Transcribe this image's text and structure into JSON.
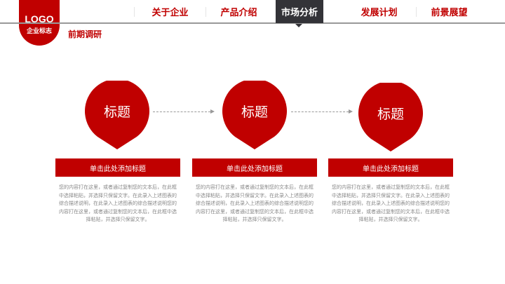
{
  "logo": {
    "line1": "LOGO",
    "line2": "企业标志"
  },
  "nav": [
    {
      "label": "关于企业"
    },
    {
      "label": "产品介绍"
    },
    {
      "label": "市场分析",
      "active": true
    },
    {
      "label": "发展计划"
    },
    {
      "label": "前景展望"
    }
  ],
  "subtitle": "前期调研",
  "colors": {
    "accent": "#c00000",
    "active_tab": "#333338"
  },
  "steps": [
    {
      "pin_label": "标题",
      "bar_label": "单击此处添加标题",
      "text": "您的内容打在这里，或者通过复制您的文本后，在此框中选择粘贴，并选择只保留文字。在此录入上述图表的综合描述说明，在此录入上述图表的综合描述说明您的内容打在这里，或者通过复制您的文本后，在此框中选择粘贴，并选择只保留文字。"
    },
    {
      "pin_label": "标题",
      "bar_label": "单击此处添加标题",
      "text": "您的内容打在这里，或者通过复制您的文本后，在此框中选择粘贴，并选择只保留文字。在此录入上述图表的综合描述说明，在此录入上述图表的综合描述说明您的内容打在这里，或者通过复制您的文本后，在此框中选择粘贴，并选择只保留文字。"
    },
    {
      "pin_label": "标题",
      "bar_label": "单击此处添加标题",
      "text": "您的内容打在这里，或者通过复制您的文本后，在此框中选择粘贴，并选择只保留文字。在此录入上述图表的综合描述说明，在此录入上述图表的综合描述说明您的内容打在这里，或者通过复制您的文本后，在此框中选择粘贴，并选择只保留文字。"
    }
  ]
}
